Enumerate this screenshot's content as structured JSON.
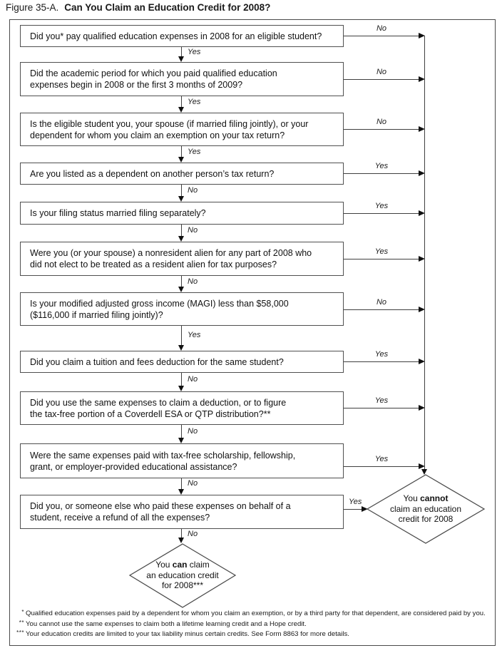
{
  "title": {
    "prefix": "Figure 35-A.",
    "heading": "Can You Claim an Education Credit for 2008?"
  },
  "flow": {
    "boxes": [
      {
        "text": "Did you* pay qualified education expenses in 2008 for an eligible student?",
        "right_label": "No",
        "down_label": "Yes"
      },
      {
        "text": "Did the academic period for which you paid qualified education\nexpenses begin in 2008 or the first 3 months of 2009?",
        "right_label": "No",
        "down_label": "Yes"
      },
      {
        "text": "Is the eligible student you, your spouse (if married filing jointly), or your\ndependent for whom you claim an exemption on your tax return?",
        "right_label": "No",
        "down_label": "Yes"
      },
      {
        "text": "Are you listed as a dependent on another person’s tax return?",
        "right_label": "Yes",
        "down_label": "No"
      },
      {
        "text": "Is your filing status married filing separately?",
        "right_label": "Yes",
        "down_label": "No"
      },
      {
        "text": "Were you (or your spouse) a nonresident alien for any part of 2008 who\ndid not elect to be treated as a resident alien for tax purposes?",
        "right_label": "Yes",
        "down_label": "No"
      },
      {
        "text": "Is your modified adjusted gross income (MAGI) less than $58,000\n($116,000 if married filing jointly)?",
        "right_label": "No",
        "down_label": "Yes"
      },
      {
        "text": "Did you claim a tuition and fees deduction for the same student?",
        "right_label": "Yes",
        "down_label": "No"
      },
      {
        "text": "Did you use the same expenses to claim a deduction, or to figure\nthe tax-free portion of a Coverdell ESA or QTP distribution?**",
        "right_label": "Yes",
        "down_label": "No"
      },
      {
        "text": "Were the same expenses paid with tax-free scholarship, fellowship,\ngrant, or employer-provided educational assistance?",
        "right_label": "Yes",
        "down_label": "No"
      },
      {
        "text": "Did you, or someone else who paid these expenses on behalf of a\nstudent, receive a refund of all the expenses?",
        "right_label": "Yes",
        "down_label": "No"
      }
    ],
    "outcomes": {
      "cannot": {
        "line1_pre": "You ",
        "line1_bold": "cannot",
        "line2": "claim an education",
        "line3": "credit for 2008"
      },
      "can": {
        "line1_pre": "You ",
        "line1_bold": "can",
        "line1_post": " claim",
        "line2": "an education credit",
        "line3": "for 2008***"
      }
    }
  },
  "footnotes": [
    {
      "marker": "*",
      "text": "Qualified education expenses paid by a dependent for whom you claim an exemption, or by a third party for that dependent, are considered paid by you."
    },
    {
      "marker": "**",
      "text": "You cannot use the same expenses to claim both a lifetime learning credit and a Hope credit."
    },
    {
      "marker": "***",
      "text": "Your education credits are limited to your tax liability minus certain credits. See Form 8863 for more details."
    }
  ],
  "colors": {
    "line": "#3f3f3f",
    "box_border": "#4f4f4f",
    "text": "#111111",
    "background": "#ffffff"
  }
}
